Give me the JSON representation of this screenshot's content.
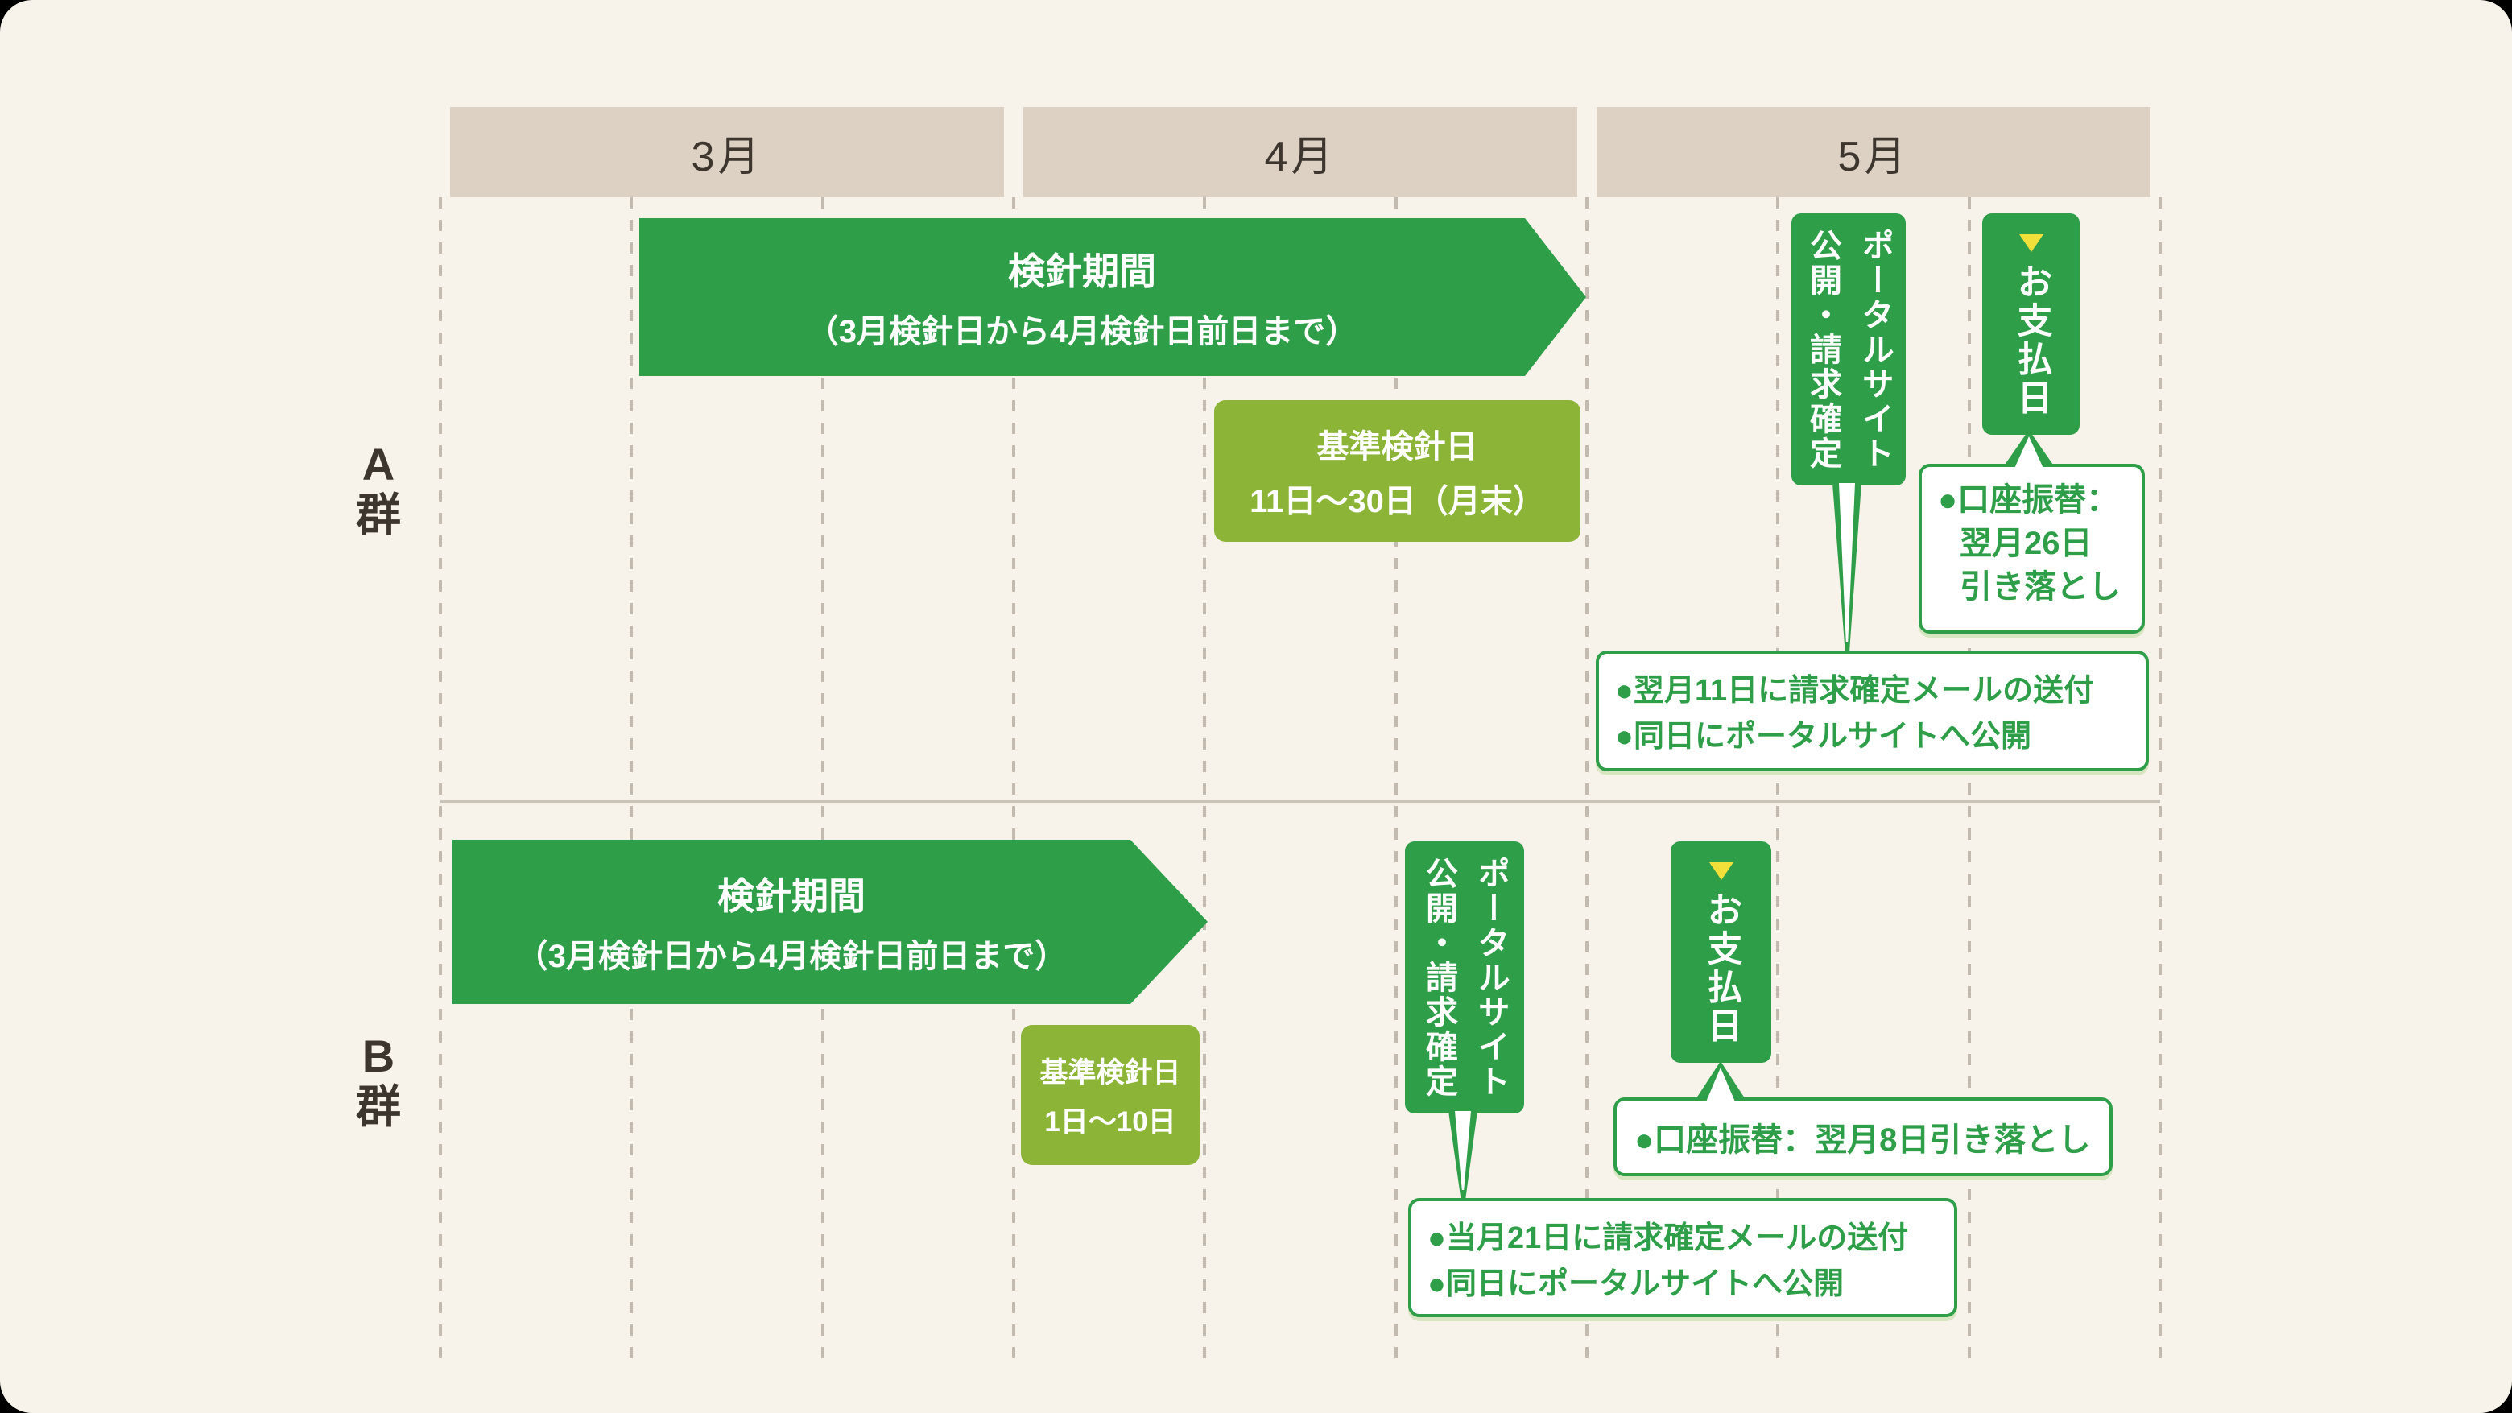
{
  "months": [
    {
      "label": "3月"
    },
    {
      "label": "4月"
    },
    {
      "label": "5月"
    }
  ],
  "colors": {
    "background": "#f7f3ea",
    "header_bg": "#ddd1c4",
    "green": "#2e9e49",
    "light_green": "#8cb437",
    "yellow": "#f2e03a",
    "text_dark": "#3d362e"
  },
  "groups": [
    {
      "label": {
        "line1": "A",
        "line2": "群"
      },
      "arrow": {
        "line1": "検針期間",
        "line2": "（3月検針日から4月検針日前日まで）"
      },
      "base_box": {
        "line1": "基準検針日",
        "line2": "11日〜30日（月末）"
      },
      "portal_box": {
        "line1": "ポータルサイト",
        "line2": "公開・請求確定"
      },
      "pay_box": {
        "marker": "▼",
        "label": "お支払日"
      },
      "transfer_note": {
        "line1": "●口座振替：",
        "line2": "翌月26日",
        "line3": "引き落とし"
      },
      "mail_note": {
        "line1": "●翌月11日に請求確定メールの送付",
        "line2": "●同日にポータルサイトへ公開"
      }
    },
    {
      "label": {
        "line1": "B",
        "line2": "群"
      },
      "arrow": {
        "line1": "検針期間",
        "line2": "（3月検針日から4月検針日前日まで）"
      },
      "base_box": {
        "line1": "基準検針日",
        "line2": "1日〜10日"
      },
      "portal_box": {
        "line1": "ポータルサイト",
        "line2": "公開・請求確定"
      },
      "pay_box": {
        "marker": "▼",
        "label": "お支払日"
      },
      "transfer_note": {
        "line1": "●口座振替：翌月8日引き落とし"
      },
      "mail_note": {
        "line1": "●当月21日に請求確定メールの送付",
        "line2": "●同日にポータルサイトへ公開"
      }
    }
  ]
}
